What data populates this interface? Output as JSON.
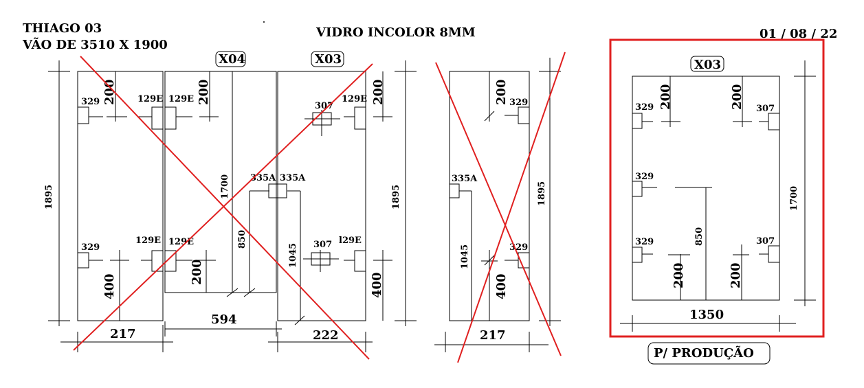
{
  "header": {
    "client": "THIAGO   03",
    "span": "VÃO DE  3510 X 1900",
    "material": "VIDRO INCOLOR 8MM",
    "date": "01 / 08 / 22"
  },
  "labels": {
    "x04": "X04",
    "x03_a": "X03",
    "x03_b": "X03",
    "production": "P/ PRODUÇÃO"
  },
  "parts": {
    "p329": "329",
    "p129e": "129E",
    "p307": "307",
    "p335a": "335A",
    "p129e_alt": "l29E"
  },
  "dims": {
    "d200": "200",
    "d400": "400",
    "d1895": "1895",
    "d1700": "1700",
    "d850": "850",
    "d1045": "1045",
    "d217": "217",
    "d594": "594",
    "d222": "222",
    "d1350": "1350"
  }
}
